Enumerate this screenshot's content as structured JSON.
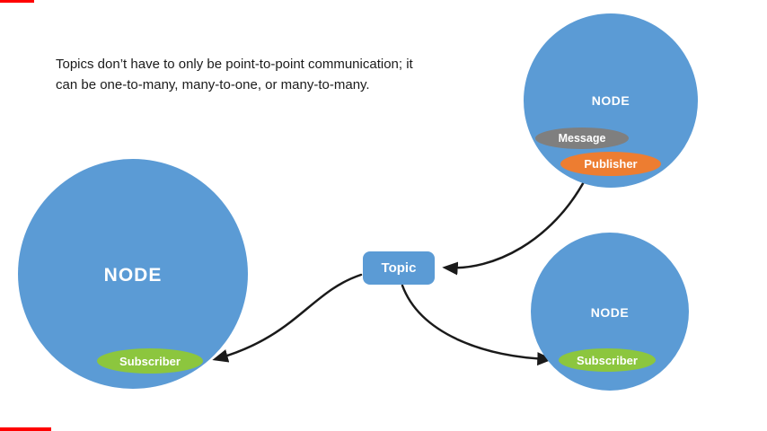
{
  "caption": {
    "text": "Topics don’t have to only be point-to-point communication; it\ncan be one-to-many, many-to-one, or many-to-many."
  },
  "topic": {
    "label": "Topic",
    "color": "#5B9BD5"
  },
  "nodes": {
    "left": {
      "label": "NODE",
      "badges": [
        {
          "label": "Subscriber",
          "color": "#8CC63E"
        }
      ]
    },
    "top_right": {
      "label": "NODE",
      "badges": [
        {
          "label": "Message",
          "color": "#7F7F7F"
        },
        {
          "label": "Publisher",
          "color": "#ED7D31"
        }
      ]
    },
    "bottom_right": {
      "label": "NODE",
      "badges": [
        {
          "label": "Subscriber",
          "color": "#8CC63E"
        }
      ]
    }
  },
  "colors": {
    "node_blue": "#5B9BD5",
    "subscriber_green": "#8CC63E",
    "publisher_orange": "#ED7D31",
    "message_gray": "#7F7F7F",
    "arrow_black": "#1a1a1a",
    "artifact_red": "#FF0000",
    "background": "#FFFFFF"
  }
}
